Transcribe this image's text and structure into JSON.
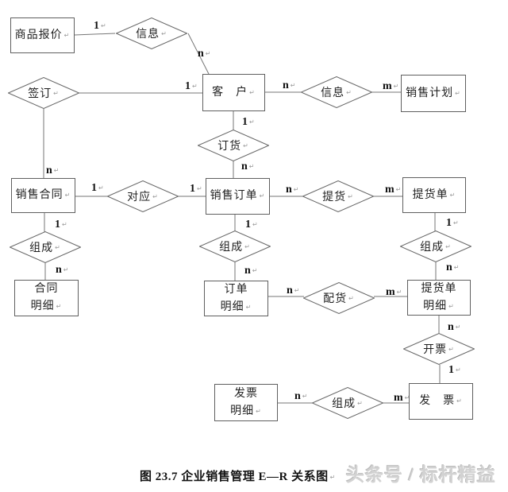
{
  "diagram": {
    "caption": "图 23.7 企业销售管理 E—R 关系图",
    "watermark": "头条号 / 标杆精益",
    "line_color": "#767676",
    "border_color": "#5f5f5f",
    "text_color": "#1f1f1f",
    "watermark_color": "#d2d2d2"
  },
  "entities": [
    {
      "id": "product-quote",
      "label": "商品报价"
    },
    {
      "id": "customer",
      "label": "客　户"
    },
    {
      "id": "sales-plan",
      "label": "销售计划"
    },
    {
      "id": "sales-contract",
      "label": "销售合同"
    },
    {
      "id": "sales-order",
      "label": "销售订单"
    },
    {
      "id": "pick-list",
      "label": "提货单"
    },
    {
      "id": "contract-detail",
      "label": "合同\n明细"
    },
    {
      "id": "order-detail",
      "label": "订单\n明细"
    },
    {
      "id": "pick-list-detail",
      "label": "提货单\n明细"
    },
    {
      "id": "invoice-detail",
      "label": "发票\n明细"
    },
    {
      "id": "invoice",
      "label": "发　票"
    }
  ],
  "relationships": [
    {
      "id": "info-quote",
      "label": "信息"
    },
    {
      "id": "sign",
      "label": "签订"
    },
    {
      "id": "info-plan",
      "label": "信息"
    },
    {
      "id": "place-order",
      "label": "订货"
    },
    {
      "id": "correspond",
      "label": "对应"
    },
    {
      "id": "pick-goods",
      "label": "提货"
    },
    {
      "id": "compose-contract",
      "label": "组成"
    },
    {
      "id": "compose-order",
      "label": "组成"
    },
    {
      "id": "compose-picklist",
      "label": "组成"
    },
    {
      "id": "allocate-goods",
      "label": "配货"
    },
    {
      "id": "billing",
      "label": "开票"
    },
    {
      "id": "compose-invoice",
      "label": "组成"
    }
  ],
  "cardinalities": [
    {
      "text": "1"
    },
    {
      "text": "n"
    },
    {
      "text": "1"
    },
    {
      "text": "n"
    },
    {
      "text": "m"
    },
    {
      "text": "1"
    },
    {
      "text": "n"
    },
    {
      "text": "n"
    },
    {
      "text": "1"
    },
    {
      "text": "1"
    },
    {
      "text": "n"
    },
    {
      "text": "m"
    },
    {
      "text": "1"
    },
    {
      "text": "n"
    },
    {
      "text": "1"
    },
    {
      "text": "n"
    },
    {
      "text": "n"
    },
    {
      "text": "m"
    },
    {
      "text": "1"
    },
    {
      "text": "n"
    },
    {
      "text": "n"
    },
    {
      "text": "1"
    },
    {
      "text": "n"
    },
    {
      "text": "m"
    }
  ]
}
